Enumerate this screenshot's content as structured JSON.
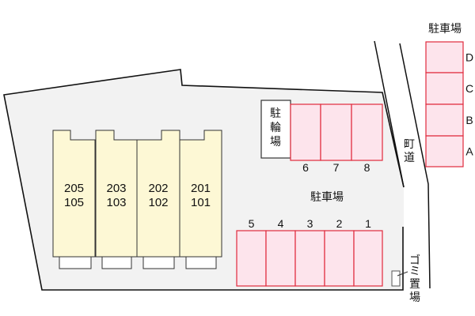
{
  "colors": {
    "lot": "#f2f2f2",
    "building": "#fdf8d5",
    "parking": "#fde4ec",
    "parking_border": "#e02a3c",
    "line": "#111111"
  },
  "units": [
    {
      "upper": "205",
      "lower": "105"
    },
    {
      "upper": "203",
      "lower": "103"
    },
    {
      "upper": "202",
      "lower": "102"
    },
    {
      "upper": "201",
      "lower": "101"
    }
  ],
  "bike_parking": {
    "label_chars": [
      "駐",
      "輪",
      "場"
    ]
  },
  "parking_main_label": "駐車場",
  "parking_upper": [
    "6",
    "7",
    "8"
  ],
  "parking_lower": [
    "5",
    "4",
    "3",
    "2",
    "1"
  ],
  "parking_offsite": {
    "title": "駐車場",
    "spaces": [
      "D",
      "C",
      "B",
      "A"
    ]
  },
  "road": {
    "label_chars": [
      "町",
      "道"
    ]
  },
  "garbage": {
    "label_chars": [
      "ゴ",
      "ミ",
      "置",
      "場"
    ]
  }
}
